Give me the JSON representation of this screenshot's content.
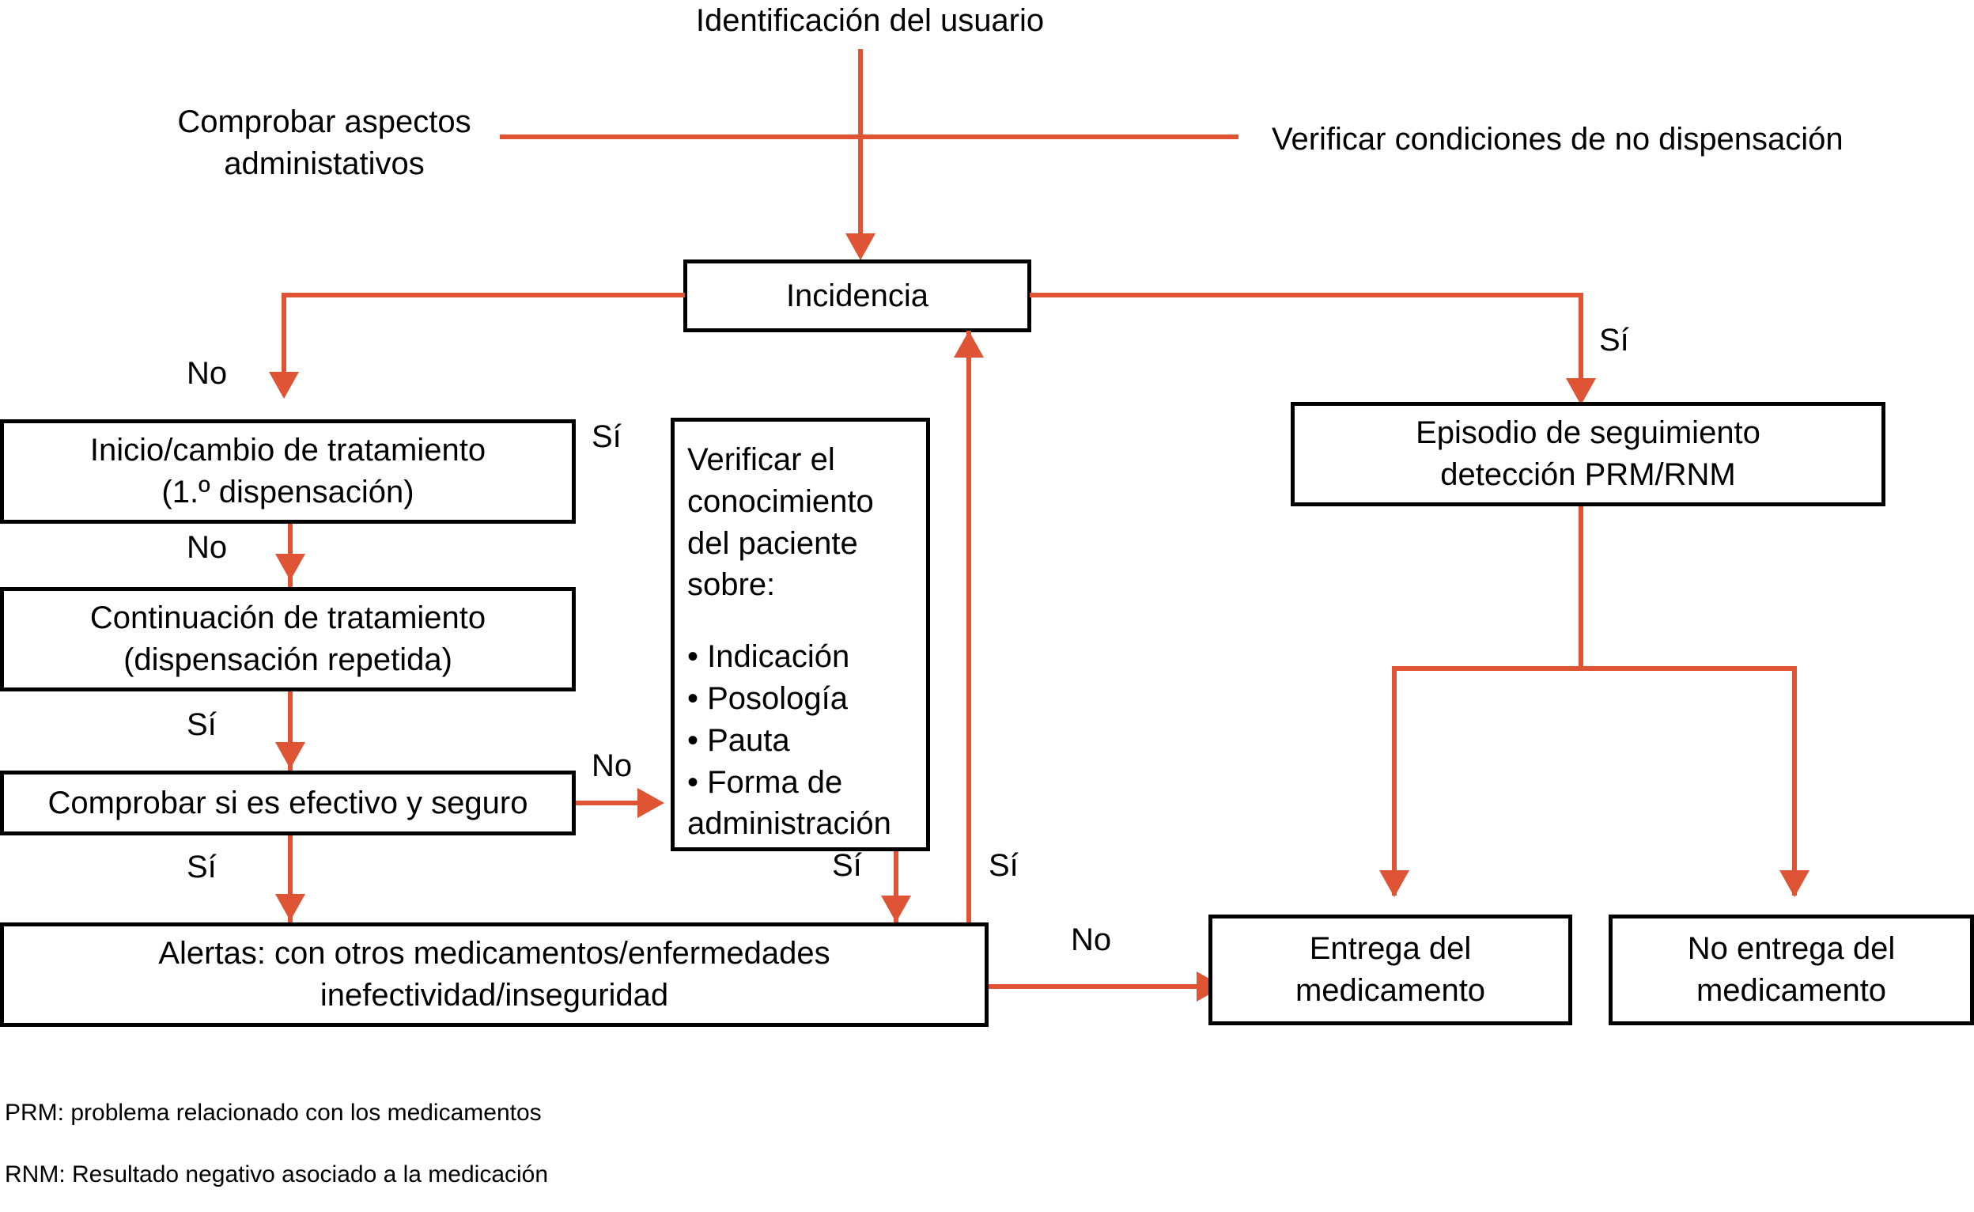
{
  "diagram": {
    "title": "Identificación del usuario",
    "accent_color": "#DE5434",
    "box_border_color": "#000000",
    "background_color": "#FFFFFF"
  },
  "top": {
    "entry_label": "Identificación del usuario",
    "left_label": "Comprobar aspectos\nadministativos",
    "right_label": "Verificar condiciones de no dispensación"
  },
  "nodes": {
    "incidencia": "Incidencia",
    "inicio_cambio": "Inicio/cambio de tratamiento\n(1.º dispensación)",
    "continuacion": "Continuación de tratamiento\n(dispensación repetida)",
    "comprobar_efectivo": "Comprobar si es efectivo y seguro",
    "alertas": "Alertas: con otros medicamentos/enfermedades\ninefectividad/inseguridad",
    "episodio": "Episodio de seguimiento\ndetección PRM/RNM",
    "entrega": "Entrega del\nmedicamento",
    "no_entrega": "No entrega del\nmedicamento"
  },
  "verificar_box": {
    "heading": "Verificar el\nconocimiento\ndel paciente\nsobre:",
    "bullets": [
      "• Indicación",
      "• Posología",
      "• Pauta",
      "• Forma de\nadministración"
    ]
  },
  "edge_labels": {
    "incidencia_no": "No",
    "incidencia_si": "Sí",
    "inicio_si": "Sí",
    "inicio_no": "No",
    "continuacion_si": "Sí",
    "comprobar_no": "No",
    "comprobar_si": "Sí",
    "verificar_si": "Sí",
    "alertas_si": "Sí",
    "alertas_no": "No"
  },
  "footnotes": [
    "PRM: problema relacionado con los medicamentos",
    "RNM: Resultado negativo asociado a la medicación"
  ]
}
